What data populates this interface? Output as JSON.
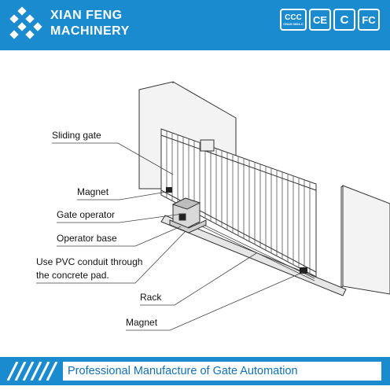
{
  "header": {
    "company_line1": "XIAN FENG",
    "company_line2": "MACHINERY",
    "certifications": [
      {
        "mark": "CCC",
        "sub": "CNAS 0004-C"
      },
      {
        "mark": "CE"
      },
      {
        "mark": "C"
      },
      {
        "mark": "FC"
      }
    ],
    "brand_color": "#1b8bd0"
  },
  "diagram": {
    "labels": {
      "sliding_gate": "Sliding gate",
      "magnet_top": "Magnet",
      "gate_operator": "Gate operator",
      "operator_base": "Operator base",
      "conduit_line1": "Use PVC conduit through",
      "conduit_line2": "the concrete pad.",
      "rack": "Rack",
      "magnet_bottom": "Magnet"
    }
  },
  "footer": {
    "tagline": "Professional Manufacture of Gate Automation",
    "accent_color": "#1270b6"
  }
}
